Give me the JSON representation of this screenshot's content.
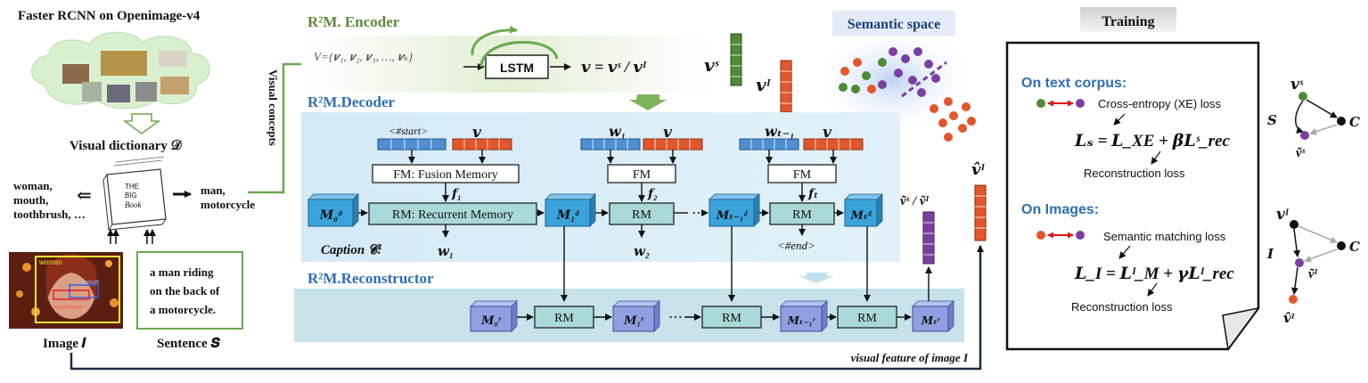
{
  "left": {
    "detector_title": "Faster RCNN on Openimage-v4",
    "dictionary_label": "Visual dictionary 𝒟",
    "left_words": [
      "woman,",
      "mouth,",
      "toothbrush, …"
    ],
    "right_words": [
      "man,",
      "motorcycle"
    ],
    "book_text": [
      "THE",
      "BIG",
      "Book"
    ],
    "sentence_lines": [
      "a man riding",
      "on the back of",
      "a motorcycle."
    ],
    "image_caption": "Image 𝑰",
    "sentence_caption": "Sentence 𝑺",
    "image_box_labels": [
      "woman",
      "mouth",
      "toothbrush"
    ],
    "visual_concepts": "Visual concepts"
  },
  "encoder": {
    "title": "R²M. Encoder",
    "input_set": "V={𝒗₁, 𝒗₂, 𝒗₃, …, 𝒗ₖ}",
    "lstm": "LSTM",
    "equation": "𝒗 = 𝒗ˢ / 𝒗ᴵ",
    "vs_label": "𝒗ˢ",
    "vi_label": "𝒗ᴵ"
  },
  "semantic_space": {
    "title": "Semantic space"
  },
  "decoder": {
    "title": "R²M.Decoder",
    "start_token": "<#start>",
    "v": "𝒗",
    "w1": "𝒘₁",
    "wt1": "𝒘ₜ₋₁",
    "fm_full": "FM: Fusion Memory",
    "fm": "FM",
    "f1": "𝒇₁",
    "f2": "𝒇₂",
    "ft": "𝒇ₜ",
    "m0": "𝑴₀ᵈ",
    "rm_full": "RM: Recurrent Memory",
    "m1": "𝑴₁ᵈ",
    "rm": "RM",
    "dots": "⋯",
    "mt1": "𝑴ₜ₋₁ᵈ",
    "mt": "𝑴ₜᵈ",
    "caption_label": "Caption 𝓒:",
    "out_w1": "𝒘₁",
    "out_w2": "𝒘₂",
    "end_token": "<#end>",
    "recon_label": "ṽˢ / ṽᴵ",
    "vhat_label": "𝒗̂ᴵ"
  },
  "reconstructor": {
    "title": "R²M.Reconstructor",
    "m0": "𝑴₀ʳ",
    "m1": "𝑴₁ʳ",
    "mt1": "𝑴ₜ₋₁ʳ",
    "mt": "𝑴ₜʳ",
    "rm": "RM",
    "dots": "⋯"
  },
  "bottom": {
    "feature_label": "visual feature of image I"
  },
  "training": {
    "title": "Training",
    "text_corpus": "On text corpus:",
    "xe_loss": "Cross-entropy (XE) loss",
    "ls_equation": "𝑳ₛ = 𝑳_XE + 𝜷𝑳ˢ_rec",
    "recon_loss": "Reconstruction loss",
    "on_images": "On Images:",
    "sm_loss": "Semantic matching loss",
    "li_equation": "𝑳_I = 𝑳ᴵ_M + 𝜸𝑳ᴵ_rec",
    "recon_loss2": "Reconstruction loss"
  },
  "graphs": {
    "top": {
      "vs": "𝒗ˢ",
      "S": "𝑺",
      "C": "𝑪",
      "vs_tilde": "ṽˢ"
    },
    "bottom": {
      "vi": "𝒗ᴵ",
      "I": "𝑰",
      "C": "𝑪",
      "vi_tilde": "ṽᴵ",
      "vi_hat": "𝒗̂ᴵ"
    }
  },
  "colors": {
    "decoder_bg": "#d6ecf7",
    "recon_bg": "#c8e2ea",
    "box_fill": "#a9d9d9",
    "memory_blue": "#3aa3dc",
    "memory_lilac": "#8f9fe0",
    "vec_blue": "#4f8fd1",
    "vec_orange": "#e2562b",
    "vec_green": "#4f8a35",
    "vec_purple": "#7b3fa0",
    "title_blue": "#2f6fb3",
    "arrow_green": "#6aa84f"
  }
}
